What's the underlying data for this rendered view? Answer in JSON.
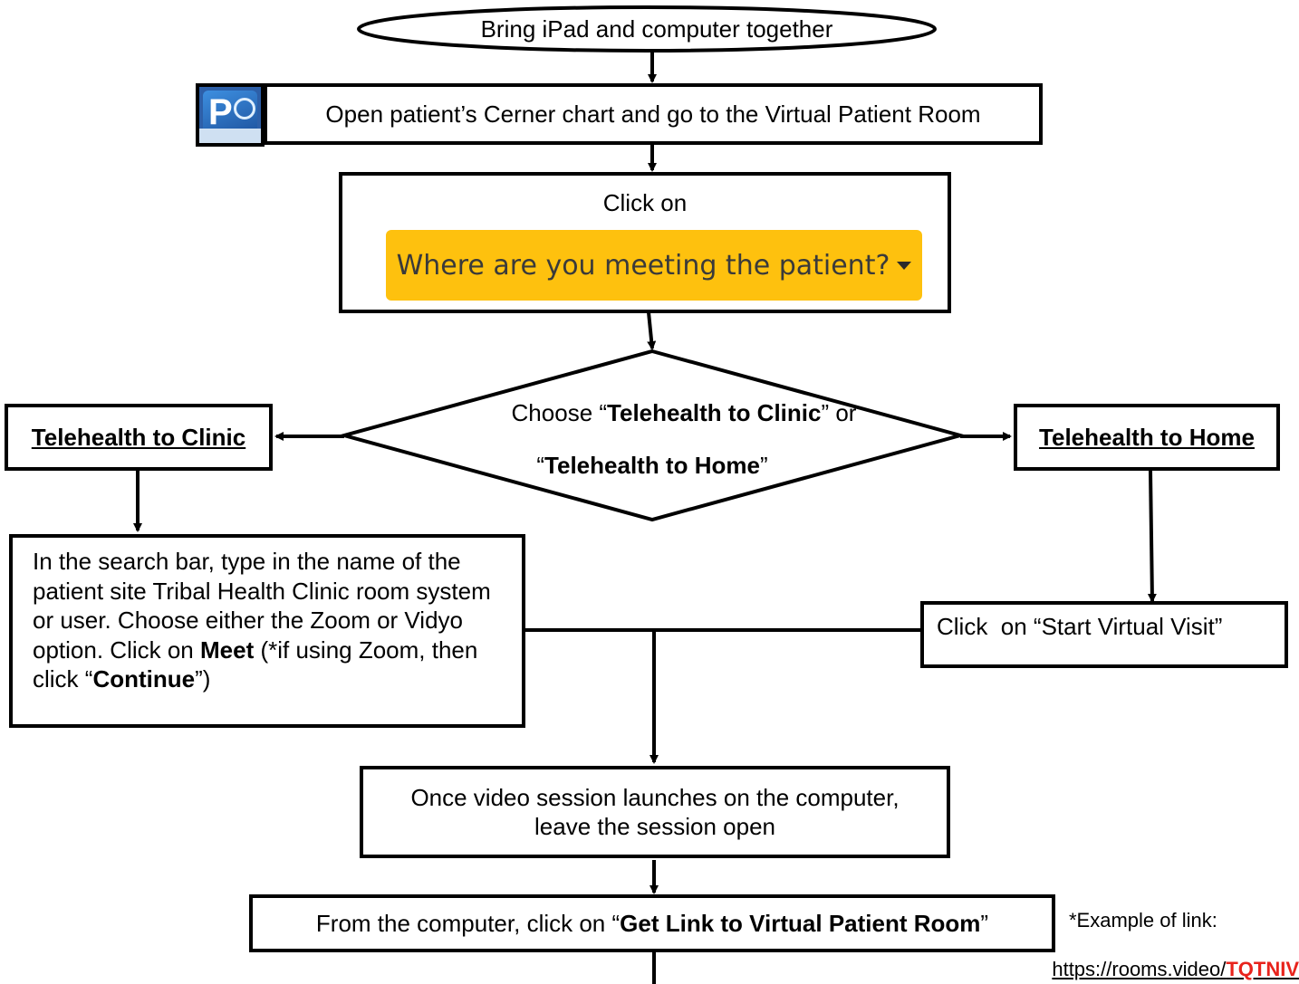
{
  "steps": {
    "start": "Bring iPad and computer together",
    "open_chart": "Open patient’s Cerner chart and go to the Virtual Patient Room",
    "click_on": "Click on",
    "dropdown_label": "Where are you meeting the patient?",
    "decision_line1_pre": "Choose “",
    "decision_line1_bold": "Telehealth to Clinic",
    "decision_line1_post": "” or",
    "decision_line2_pre": "“",
    "decision_line2_bold": "Telehealth to Home",
    "decision_line2_post": "”",
    "clinic": "Telehealth to Clinic",
    "home": "Telehealth to Home",
    "search_text_1": "In the search bar, type in the name of the patient site Tribal Health Clinic room system or user.  Choose either the Zoom or Vidyo option.  Click on ",
    "search_bold_meet": "Meet",
    "search_text_2": " (*if using Zoom, then click “",
    "search_bold_continue": "Continue",
    "search_text_3": "”)",
    "start_visit": "Click  on “Start Virtual Visit”",
    "video_launch": "Once video session launches on the computer, leave the session open",
    "get_link_pre": "From the computer, click on “",
    "get_link_bold": "Get Link to Virtual Patient Room",
    "get_link_post": "”"
  },
  "note": {
    "example": "*Example of link:",
    "url_base": "https://rooms.video/",
    "url_code": "TQTNIV"
  },
  "colors": {
    "dropdown_bg": "#fec10e",
    "url_code": "#e8231c",
    "powerchart_icon": "#1f6fc4"
  },
  "icons": {
    "app_icon": "powerchart-icon",
    "dropdown_caret": "caret-down-icon"
  }
}
